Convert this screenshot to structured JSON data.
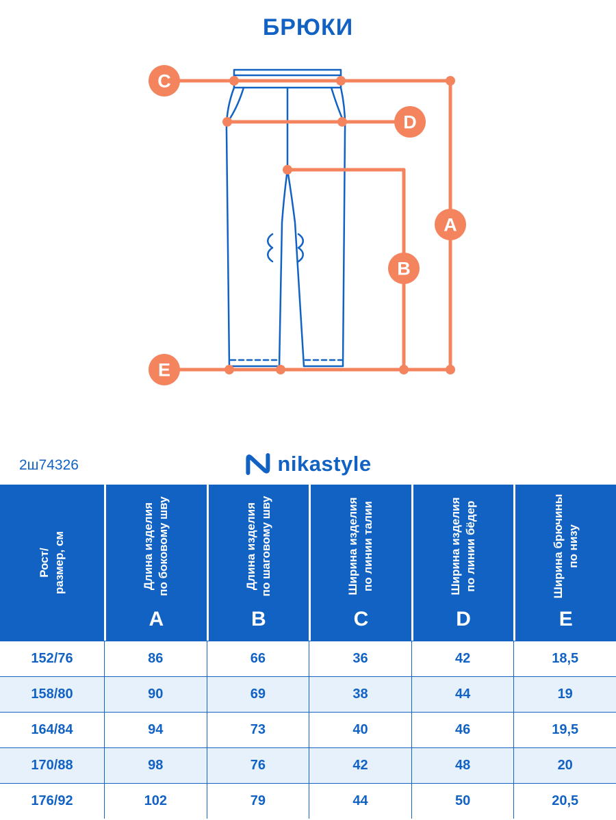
{
  "title": "БРЮКИ",
  "article": "2ш74326",
  "brand": "nikastyle",
  "colors": {
    "blue": "#1262C4",
    "orange": "#F4845E",
    "row_alt": "#E7F1FC"
  },
  "diagram": {
    "labels": {
      "a": "A",
      "b": "B",
      "c": "C",
      "d": "D",
      "e": "E"
    }
  },
  "chart_data": {
    "type": "table",
    "title": "БРЮКИ",
    "size_header": "Рост/\nразмер, см",
    "columns": [
      {
        "letter": "A",
        "label": "Длина изделия\nпо боковому шву"
      },
      {
        "letter": "B",
        "label": "Длина изделия\nпо шаговому шву"
      },
      {
        "letter": "C",
        "label": "Ширина изделия\nпо линии талии"
      },
      {
        "letter": "D",
        "label": "Ширина изделия\nпо линии бёдер"
      },
      {
        "letter": "E",
        "label": "Ширина брючины\nпо низу"
      }
    ],
    "rows": [
      {
        "size": "152/76",
        "values": [
          "86",
          "66",
          "36",
          "42",
          "18,5"
        ]
      },
      {
        "size": "158/80",
        "values": [
          "90",
          "69",
          "38",
          "44",
          "19"
        ]
      },
      {
        "size": "164/84",
        "values": [
          "94",
          "73",
          "40",
          "46",
          "19,5"
        ]
      },
      {
        "size": "170/88",
        "values": [
          "98",
          "76",
          "42",
          "48",
          "20"
        ]
      },
      {
        "size": "176/92",
        "values": [
          "102",
          "79",
          "44",
          "50",
          "20,5"
        ]
      }
    ]
  }
}
